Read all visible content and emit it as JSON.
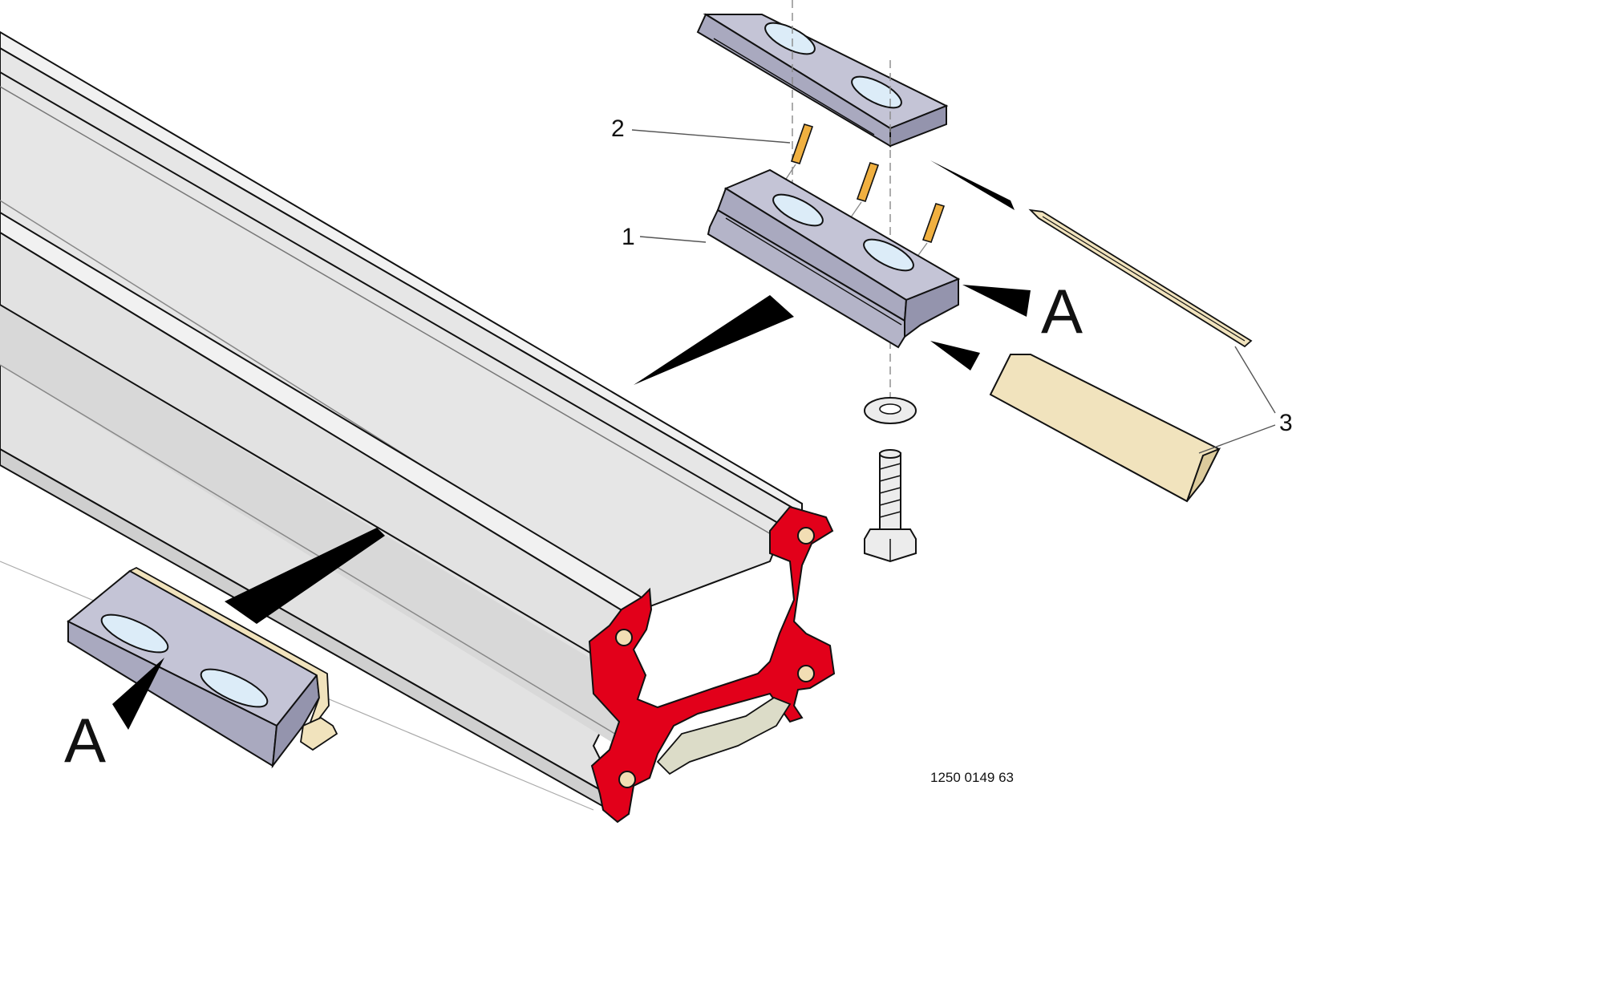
{
  "diagram": {
    "callouts": {
      "num_1": "1",
      "num_2": "2",
      "num_3": "3",
      "letter_a_upper": "A",
      "letter_a_lower": "A"
    },
    "figure_code": "1250 0149 63"
  },
  "colors": {
    "rail_face": "#e6e6e6",
    "rail_light": "#f1f1f1",
    "rail_shadow": "#cfcfcf",
    "profile_red": "#e2001a",
    "profile_inner": "#dcdcc8",
    "hole_fill": "#f2deb4",
    "plate_top": "#c4c4d6",
    "plate_side": "#a9a9bf",
    "plate_dark": "#9494ad",
    "slot_fill": "#dcecf8",
    "pin_fill": "#f0b040",
    "strip_fill": "#f1e3bd",
    "strip_side": "#dccb9c",
    "bolt_fill": "#ececec",
    "outline": "#111111"
  }
}
